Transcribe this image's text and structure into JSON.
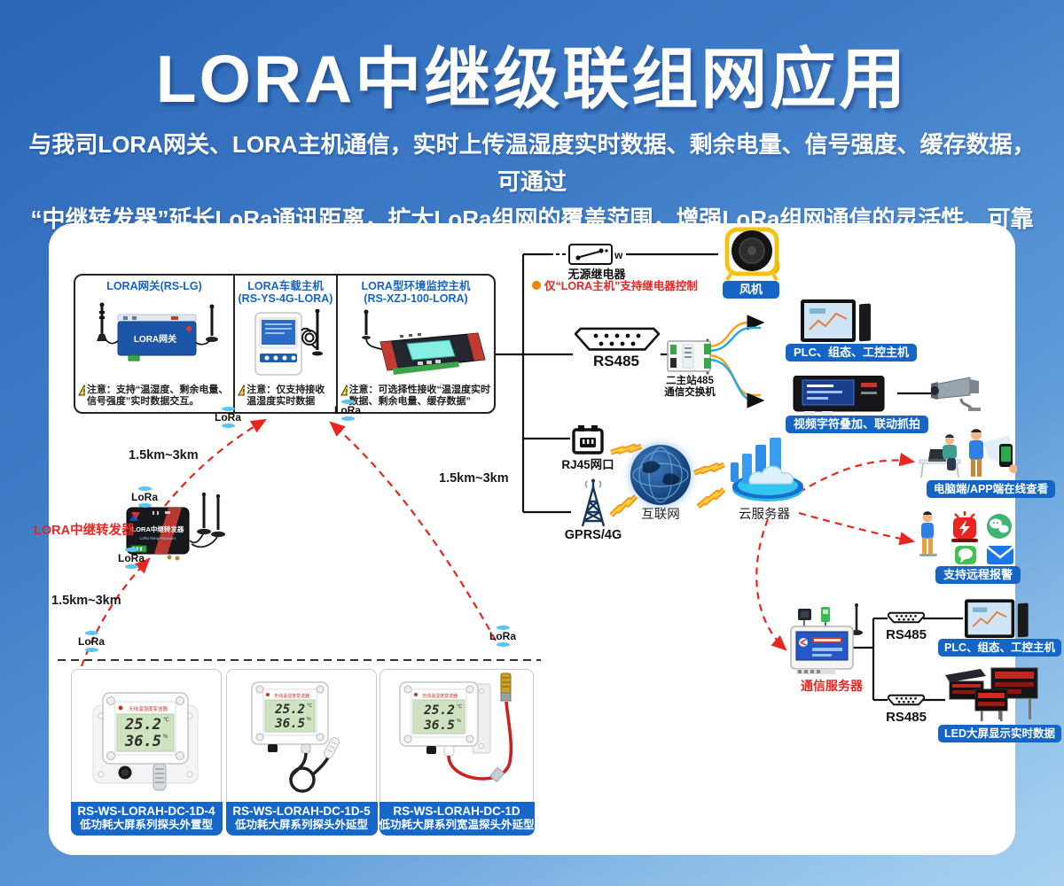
{
  "page": {
    "title": "LORA中继级联组网应用",
    "desc_line1": "与我司LORA网关、LORA主机通信，实时上传温湿度实时数据、剩余电量、信号强度、缓存数据，可通过",
    "desc_line2": "“中继转发器”延长LoRa通讯距离，扩大LoRa组网的覆盖范围，增强LoRa组网通信的灵活性、可靠性。"
  },
  "labels": {
    "lora": "LoRa",
    "distance": "1.5km~3km"
  },
  "hosts": {
    "gateway": {
      "title": "LORA网关(RS-LG)",
      "device_label": "LORA网关",
      "note": "注意：支持“温湿度、剩余电量、信号强度”实时数据交互。"
    },
    "vehicle": {
      "title1": "LORA车载主机",
      "title2": "(RS-YS-4G-LORA)",
      "note": "注意：仅支持接收温湿度实时数据"
    },
    "envhost": {
      "title1": "LORA型环境监控主机",
      "title2": "(RS-XZJ-100-LORA)",
      "note": "注意：可选择性接收“温湿度实时数据、剩余电量、缓存数据”"
    }
  },
  "relay": {
    "label": "无源继电器",
    "note": "仅“LORA主机”支持继电器控制",
    "fan": "风机"
  },
  "rs485": {
    "label": "RS485",
    "switch1": "二主站485",
    "switch2": "通信交换机",
    "plc": "PLC、组态、工控主机",
    "video": "视频字符叠加、联动抓拍"
  },
  "network": {
    "rj45": "RJ45网口",
    "gprs": "GPRS/4G",
    "internet": "互联网",
    "cloud": "云服务器",
    "pc": "电脑端/APP端在线查看",
    "alarm": "支持远程报警"
  },
  "server": {
    "label": "通信服务器",
    "rs485a": "RS485",
    "rs485b": "RS485",
    "plc": "PLC、组态、工控主机",
    "led": "LED大屏显示实时数据"
  },
  "repeater": {
    "label": "LORA中继转发器",
    "device_title": "LORA中继转发器",
    "device_sub": "LoRa Relay Repeater"
  },
  "sensors": [
    {
      "model": "RS-WS-LORAH-DC-1D-4",
      "type": "低功耗大屏系列探头外置型",
      "header": "无线温湿度变送器",
      "temp": "25.2",
      "temp_unit": "℃",
      "hum": "36.5",
      "hum_unit": "%"
    },
    {
      "model": "RS-WS-LORAH-DC-1D-5",
      "type": "低功耗大屏系列探头外延型",
      "header": "无线温湿度变送器",
      "temp": "25.2",
      "temp_unit": "℃",
      "hum": "36.5",
      "hum_unit": "%"
    },
    {
      "model": "RS-WS-LORAH-DC-1D",
      "type": "低功耗大屏系列宽温探头外延型",
      "header": "无线温湿度变送器",
      "temp": "25.2",
      "temp_unit": "℃",
      "hum": "36.5",
      "hum_unit": "%"
    }
  ]
}
